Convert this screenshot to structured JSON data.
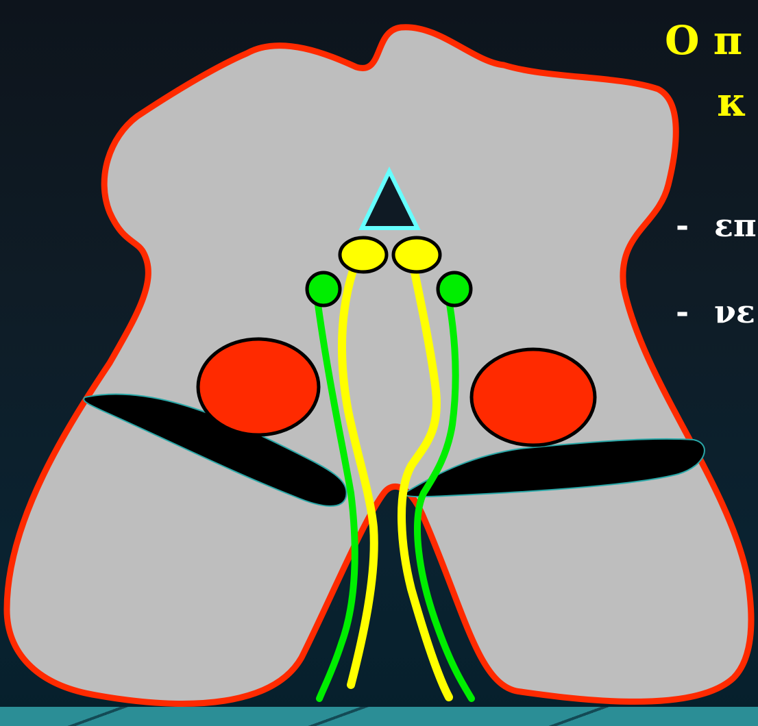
{
  "title": {
    "line1": "Ο π",
    "line2": "κ"
  },
  "bullets": [
    {
      "dash": "-",
      "text": "επ"
    },
    {
      "dash": "-",
      "text": "νε"
    }
  ],
  "colors": {
    "background": "#0d141c",
    "tissue_fill": "#bebebe",
    "tissue_outline": "#ff2a00",
    "nuclei": "#ff2a00",
    "yellow_fibers": "#ffff00",
    "green_fibers": "#00ee00",
    "triangle_outline": "#66ffff",
    "title_text": "#ffff00",
    "bullet_text": "#ffffff"
  }
}
